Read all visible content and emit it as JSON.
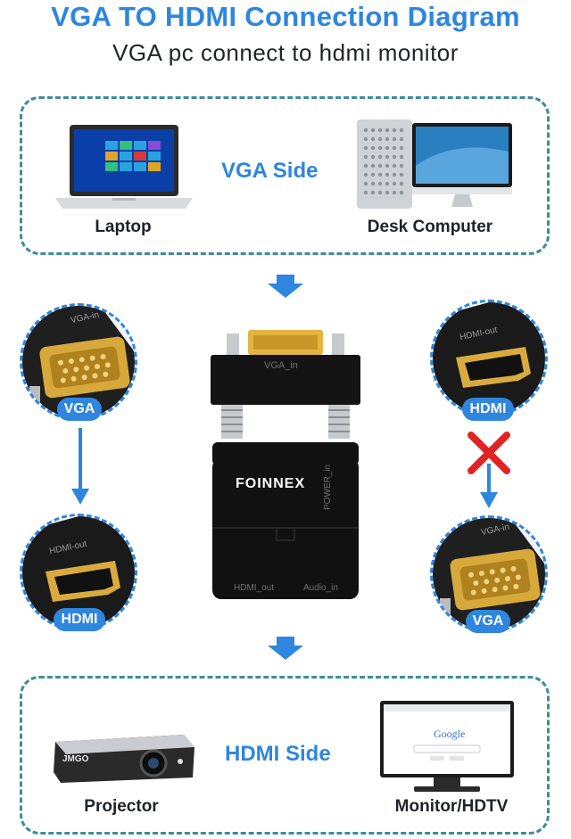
{
  "header": {
    "title": "VGA TO HDMI Connection Diagram",
    "subtitle": "VGA pc connect to hdmi monitor"
  },
  "vga_side": {
    "label": "VGA Side",
    "devices": [
      {
        "label": "Laptop"
      },
      {
        "label": "Desk Computer"
      }
    ]
  },
  "hdmi_side": {
    "label": "HDMI Side",
    "devices": [
      {
        "label": "Projector",
        "brand": "JMGO"
      },
      {
        "label": "Monitor/HDTV",
        "screen_text": "Google"
      }
    ]
  },
  "adapter": {
    "brand": "FOINNEX",
    "port_top": "VGA_in",
    "port_side": "POWER_in",
    "port_hdmi": "HDMI_out",
    "port_audio": "Audio_in"
  },
  "connectors": {
    "left_top": {
      "badge": "VGA",
      "engraving": "VGA-in"
    },
    "left_bottom": {
      "badge": "HDMI",
      "engraving": "HDMI-out"
    },
    "right_top": {
      "badge": "HDMI",
      "engraving": "HDMI-out"
    },
    "right_bottom": {
      "badge": "VGA",
      "engraving": "VGA-in"
    }
  },
  "colors": {
    "accent": "#2e86de",
    "box_border": "#3d8c99",
    "cross": "#e02424",
    "text": "#1f2328"
  },
  "icons": [
    "down-arrow-icon",
    "cross-icon"
  ]
}
